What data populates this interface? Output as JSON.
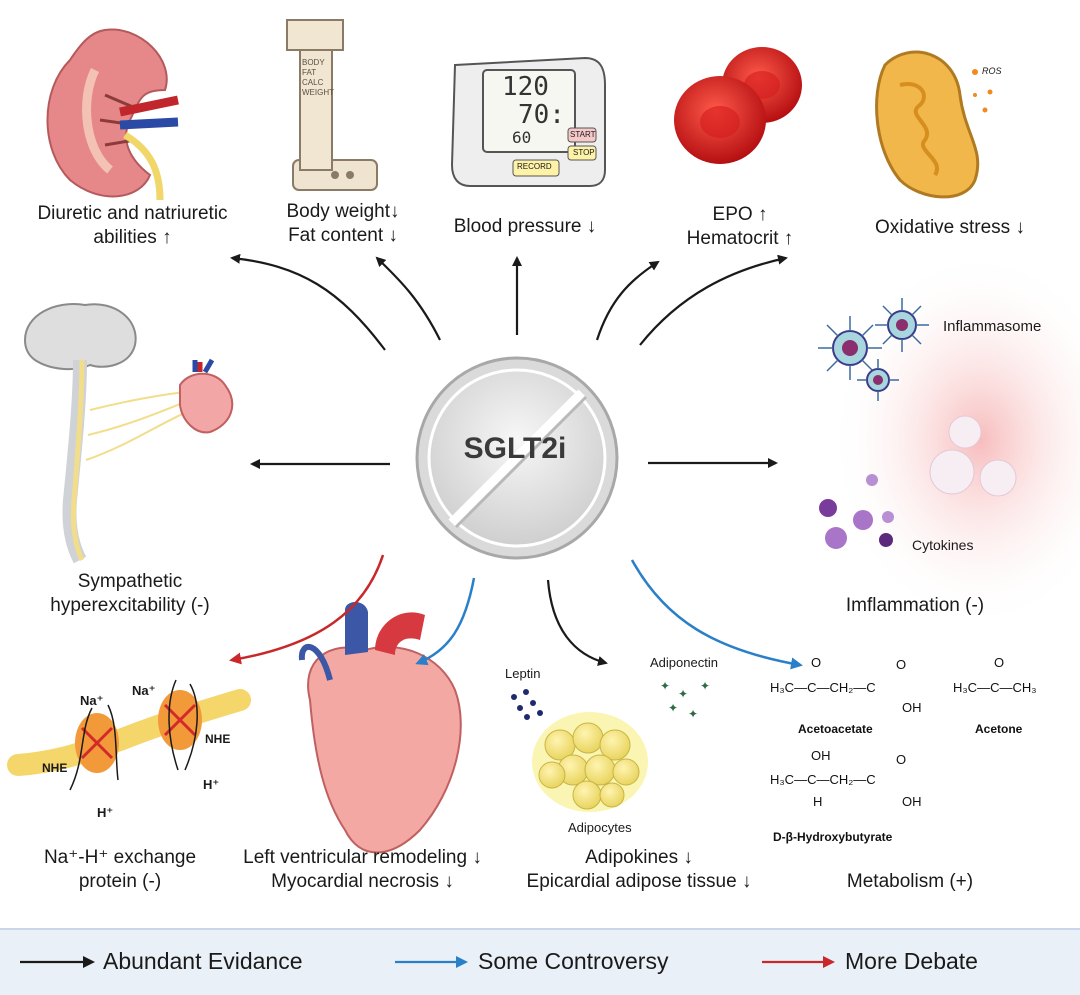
{
  "center": {
    "label": "SGLT2i"
  },
  "effects": {
    "diuretic": {
      "line1": "Diuretic and natriuretic",
      "line2": "abilities ↑"
    },
    "body_weight": {
      "line1": "Body weight↓",
      "line2": "Fat content ↓"
    },
    "blood_pressure": {
      "line1": "Blood pressure ↓"
    },
    "epo": {
      "line1": "EPO ↑",
      "line2": "Hematocrit ↑"
    },
    "oxidative": {
      "line1": "Oxidative stress ↓"
    },
    "sympathetic": {
      "line1": "Sympathetic",
      "line2": "hyperexcitability (-)"
    },
    "inflammation": {
      "line1": "Imflammation (-)"
    },
    "nhe": {
      "line1": "Na⁺-H⁺ exchange",
      "line2": "protein (-)"
    },
    "lv": {
      "line1": "Left ventricular remodeling ↓",
      "line2": "Myocardial necrosis ↓"
    },
    "adipokines": {
      "line1": "Adipokines ↓",
      "line2": "Epicardial adipose tissue ↓"
    },
    "metabolism": {
      "line1": "Metabolism (+)"
    }
  },
  "illustration_labels": {
    "scale_text": "BODY FAT CALC WEIGHT",
    "bp_display_top": "120",
    "bp_display_bottom": "70:",
    "bp_display_pulse": "60",
    "bp_button_record": "RECORD",
    "bp_button_start": "START",
    "bp_button_stop": "STOP",
    "ros": "ROS",
    "inflammasome": "Inflammasome",
    "cytokines": "Cytokines",
    "leptin": "Leptin",
    "adiponectin": "Adiponectin",
    "adipocytes": "Adipocytes",
    "na1": "Na⁺",
    "na2": "Na⁺",
    "nhe1": "NHE",
    "nhe2": "NHE",
    "h1": "H⁺",
    "h2": "H⁺"
  },
  "chemistry": {
    "acetoacetate": {
      "formula": "H₃C—C—CH₂—C",
      "oh": "OH",
      "o1": "O",
      "o2": "O",
      "name": "Acetoacetate"
    },
    "acetone": {
      "formula": "H₃C—C—CH₃",
      "o": "O",
      "name": "Acetone"
    },
    "hydroxybutyrate": {
      "formula": "H₃C—C—CH₂—C",
      "oh_top": "OH",
      "h": "H",
      "oh": "OH",
      "o": "O",
      "name": "D-β-Hydroxybutyrate"
    }
  },
  "legend": {
    "items": [
      {
        "label": "Abundant Evidance",
        "color": "#1a1a1a"
      },
      {
        "label": "Some Controversy",
        "color": "#2a7fc9"
      },
      {
        "label": "More Debate",
        "color": "#c8282a"
      }
    ]
  },
  "colors": {
    "black_arrow": "#1a1a1a",
    "blue_arrow": "#2a7fc9",
    "red_arrow": "#c8282a"
  }
}
